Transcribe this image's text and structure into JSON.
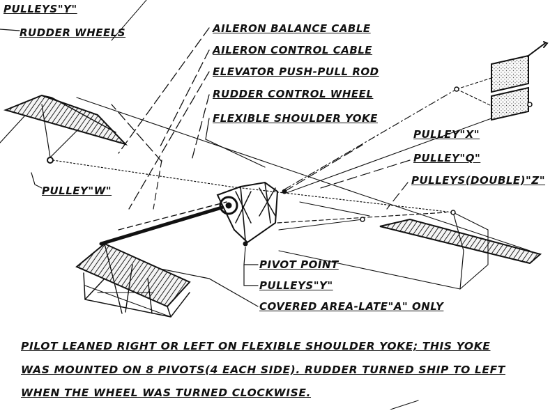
{
  "labels": {
    "pulleys_y_top": "PULLEYS\"Y\"",
    "rudder_wheels": "RUDDER WHEELS",
    "aileron_balance_cable": "AILERON BALANCE CABLE",
    "aileron_control_cable": "AILERON CONTROL CABLE",
    "elevator_push_pull_rod": "ELEVATOR PUSH-PULL ROD",
    "rudder_control_wheel": "RUDDER CONTROL WHEEL",
    "flexible_shoulder_yoke": "FLEXIBLE SHOULDER YOKE",
    "pulley_x": "PULLEY\"X\"",
    "pulley_q": "PULLEY\"Q\"",
    "pulleys_double_z": "PULLEYS(DOUBLE)\"Z\"",
    "pulley_w": "PULLEY\"W\"",
    "pivot_point": "PIVOT POINT",
    "pulleys_y": "PULLEYS\"Y\"",
    "covered_area": "COVERED AREA-LATE\"A\" ONLY"
  },
  "caption": {
    "line1": "PILOT LEANED RIGHT OR LEFT ON FLEXIBLE SHOULDER YOKE; THIS YOKE",
    "line2": "WAS MOUNTED ON 8 PIVOTS(4 EACH SIDE). RUDDER TURNED SHIP TO LEFT",
    "line3": "WHEN THE WHEEL WAS TURNED CLOCKWISE."
  }
}
